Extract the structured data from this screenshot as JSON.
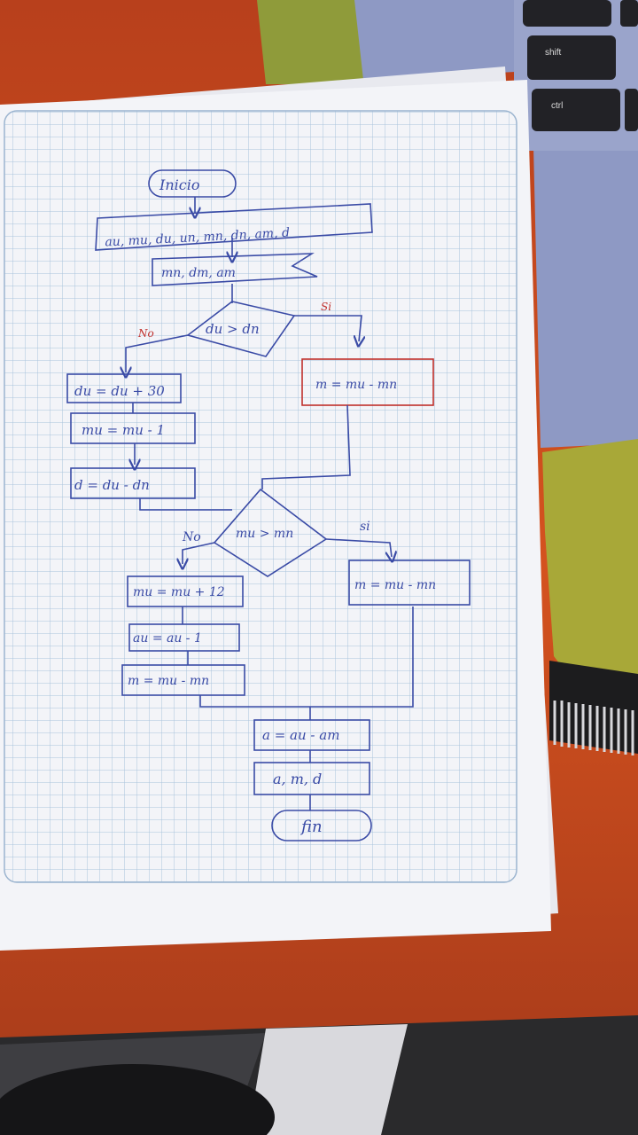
{
  "keyboard": {
    "keys": [
      "shift",
      "ctrl"
    ]
  },
  "flowchart": {
    "start": "Inicio",
    "input": "au, mu, du, un, mn, dn, am, d",
    "read": "mn, dm, am",
    "decision1": "du > dn",
    "decision1_no": "No",
    "decision1_yes": "Si",
    "no_branch1": [
      "du = du + 30",
      "mu = mu - 1",
      "d = du - dn"
    ],
    "yes_branch1": "m = mu - mn",
    "decision2": "mu > mn",
    "decision2_no": "No",
    "decision2_yes": "si",
    "no_branch2": [
      "mu = mu + 12",
      "au = au - 1",
      "m = mu - mn"
    ],
    "yes_branch2": "m = mu - mn",
    "calc": "a = au - am",
    "output": "a, m, d",
    "end": "fin"
  },
  "colors": {
    "tablecloth": "#c9461e",
    "paper": "#f3f4f8",
    "grid": "#a9c3dc",
    "ink_blue": "#3a4ba6",
    "ink_red": "#c0302c",
    "laptop": "#8e99c4"
  }
}
